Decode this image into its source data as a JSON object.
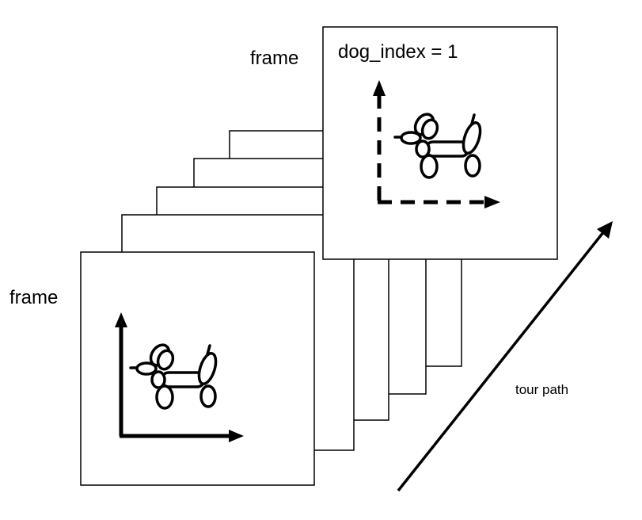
{
  "labels": {
    "front_frame": "frame",
    "back_frame": "frame",
    "dog_index": "dog_index = 1",
    "tour_path": "tour path"
  },
  "stack": {
    "intermediate_frame_count": 4
  },
  "icons": {
    "front_dog": "balloon-dog-icon",
    "back_dog": "balloon-dog-icon",
    "front_axes": "solid-axes-icon",
    "back_axes": "dashed-axes-icon",
    "tour_arrow": "diagonal-arrow-icon"
  },
  "colors": {
    "stroke": "#000000",
    "background": "#ffffff"
  }
}
